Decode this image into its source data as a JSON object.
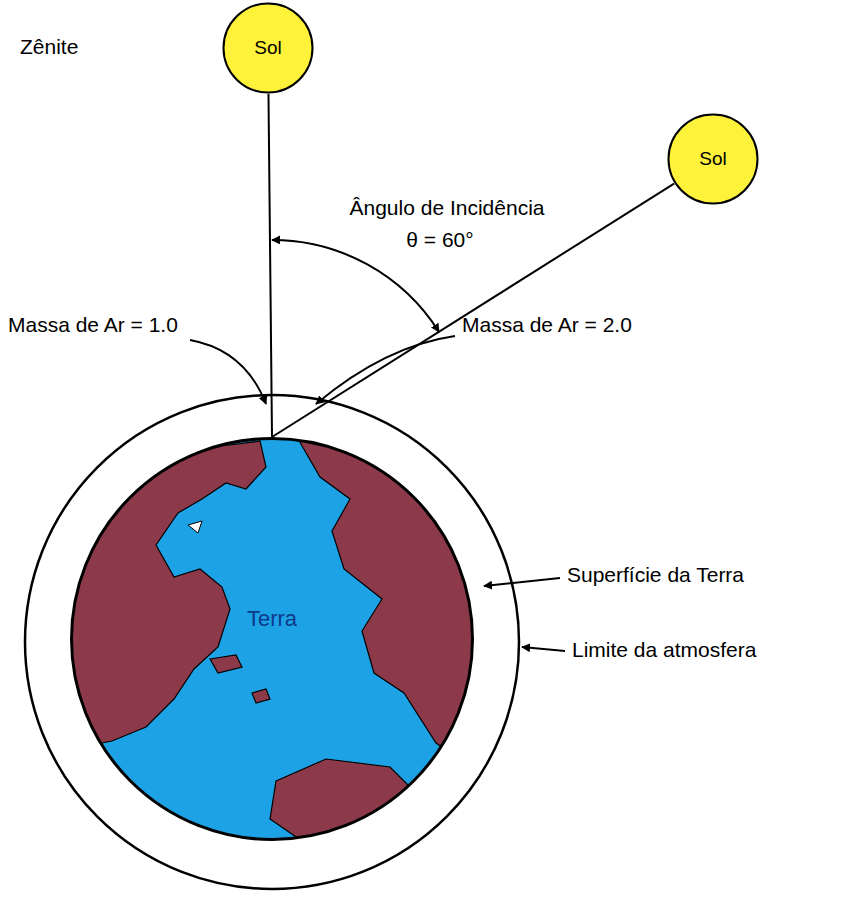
{
  "diagram": {
    "nodes": [
      {
        "text": [
          "Sol"
        ]
      },
      {
        "text": [
          "Sol"
        ]
      },
      {
        "text": [
          "Terra"
        ]
      }
    ],
    "edges": [
      {
        "from": 0,
        "to": 2,
        "arrow": "none"
      },
      {
        "from": 1,
        "to": 2,
        "arrow": "none"
      }
    ],
    "labels": [
      "Zênite",
      "Ângulo de Incidência",
      "θ = 60°",
      "Massa de Ar = 1.0",
      "Massa de Ar = 2.0",
      "Superfície da Terra",
      "Limite da atmosfera"
    ]
  }
}
